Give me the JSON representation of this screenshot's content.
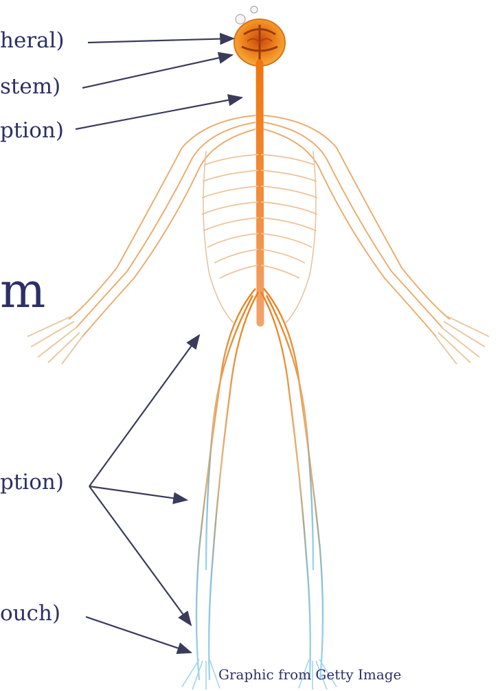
{
  "labels": {
    "peripheral": "heral)",
    "brainstem": "stem)",
    "proprioception_upper": "ption)",
    "big_fragment": "m",
    "proprioception_lower": "ption)",
    "touch": "ouch)"
  },
  "credit": "Graphic from Getty Image",
  "colors": {
    "text": "#2d2f66",
    "arrow": "#3a3b5c",
    "nerve_orange": "#e8821e",
    "nerve_blue": "#7fc4e0",
    "brain": "#f28c1c"
  },
  "icons": [
    "brain-icon",
    "spinal-cord-icon"
  ]
}
